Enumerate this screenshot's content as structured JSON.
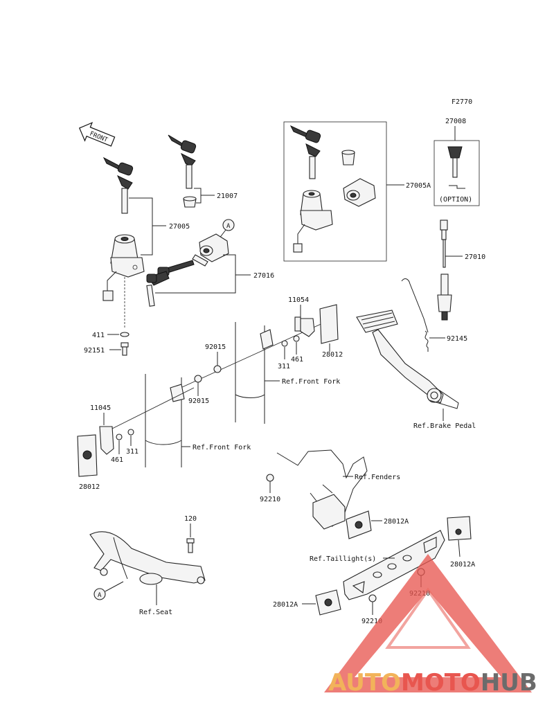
{
  "diagram": {
    "code": "F2770",
    "front_label": "FRONT",
    "option_label": "(OPTION)",
    "circle_ref": "A",
    "part_numbers": {
      "p27008": "27008",
      "p27005A": "27005A",
      "p21007": "21007",
      "p27005": "27005",
      "p27016": "27016",
      "p27010": "27010",
      "p92145": "92145",
      "p411": "411",
      "p92151": "92151",
      "p11054": "11054",
      "p92015a": "92015",
      "p92015b": "92015",
      "p311a": "311",
      "p461a": "461",
      "p28012a": "28012",
      "p11045": "11045",
      "p461b": "461",
      "p311b": "311",
      "p28012b": "28012",
      "p92210a": "92210",
      "p28012A_a": "28012A",
      "p120": "120",
      "p28012A_b": "28012A",
      "p92210b": "92210",
      "p28012A_c": "28012A",
      "p92210c": "92210"
    },
    "references": {
      "front_fork_upper": "Ref.Front Fork",
      "front_fork_lower": "Ref.Front Fork",
      "brake_pedal": "Ref.Brake Pedal",
      "fenders": "Ref.Fenders",
      "taillight": "Ref.Taillight(s)",
      "seat": "Ref.Seat"
    }
  },
  "watermark": {
    "part1": "AUTO",
    "part2": "MOTO",
    "part3": "HUB",
    "colors": {
      "auto": "#f2b35a",
      "moto": "#e8564f",
      "hub": "#6b6b6b"
    }
  }
}
